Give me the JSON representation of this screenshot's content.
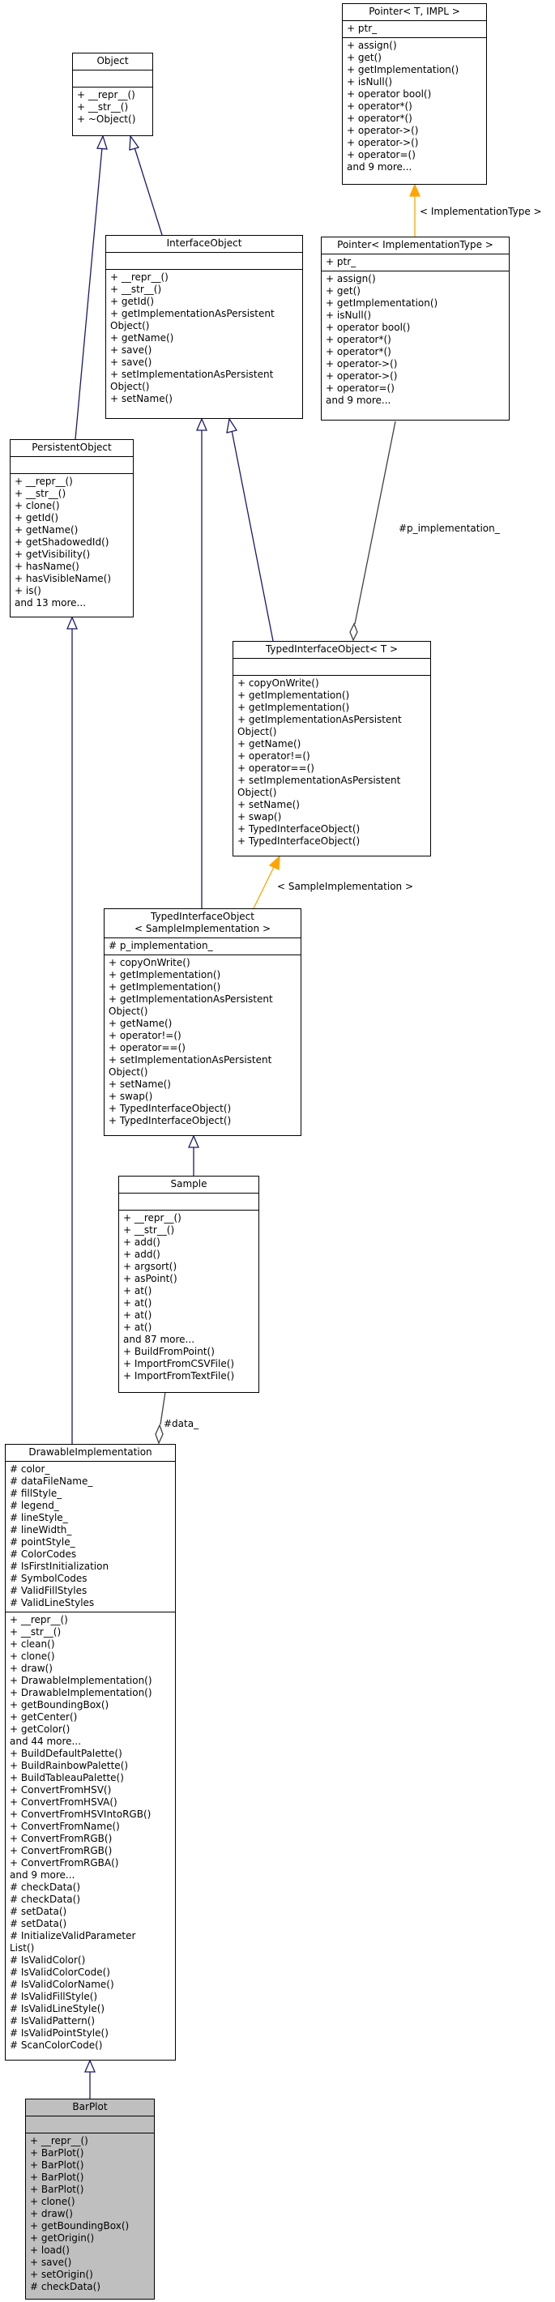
{
  "classes": {
    "pointer_t_impl": {
      "title": [
        "Pointer< T, IMPL >"
      ],
      "attributes": [
        "+ ptr_"
      ],
      "methods": [
        "+ assign()",
        "+ get()",
        "+ getImplementation()",
        "+ isNull()",
        "+ operator bool()",
        "+ operator*()",
        "+ operator*()",
        "+ operator->()",
        "+ operator->()",
        "+ operator=()",
        "and 9 more..."
      ]
    },
    "object": {
      "title": [
        "Object"
      ],
      "attributes": [],
      "methods": [
        "+ __repr__()",
        "+ __str__()",
        "+ ~Object()"
      ]
    },
    "interface_object": {
      "title": [
        "InterfaceObject"
      ],
      "attributes": [],
      "methods": [
        "+ __repr__()",
        "+ __str__()",
        "+ getId()",
        "+ getImplementationAsPersistent",
        "Object()",
        "+ getName()",
        "+ save()",
        "+ save()",
        "+ setImplementationAsPersistent",
        "Object()",
        "+ setName()"
      ]
    },
    "pointer_impl_type": {
      "title": [
        "Pointer< ImplementationType >"
      ],
      "attributes": [
        "+ ptr_"
      ],
      "methods": [
        "+ assign()",
        "+ get()",
        "+ getImplementation()",
        "+ isNull()",
        "+ operator bool()",
        "+ operator*()",
        "+ operator*()",
        "+ operator->()",
        "+ operator->()",
        "+ operator=()",
        "and 9 more..."
      ]
    },
    "persistent_object": {
      "title": [
        "PersistentObject"
      ],
      "attributes": [],
      "methods": [
        "+ __repr__()",
        "+ __str__()",
        "+ clone()",
        "+ getId()",
        "+ getName()",
        "+ getShadowedId()",
        "+ getVisibility()",
        "+ hasName()",
        "+ hasVisibleName()",
        "+ is()",
        "and 13 more..."
      ]
    },
    "typed_interface_object_t": {
      "title": [
        "TypedInterfaceObject< T >"
      ],
      "attributes": [],
      "methods": [
        "+ copyOnWrite()",
        "+ getImplementation()",
        "+ getImplementation()",
        "+ getImplementationAsPersistent",
        "Object()",
        "+ getName()",
        "+ operator!=()",
        "+ operator==()",
        "+ setImplementationAsPersistent",
        "Object()",
        "+ setName()",
        "+ swap()",
        "+ TypedInterfaceObject()",
        "+ TypedInterfaceObject()"
      ]
    },
    "typed_interface_object_sample": {
      "title": [
        "TypedInterfaceObject",
        "< SampleImplementation >"
      ],
      "attributes": [
        "# p_implementation_"
      ],
      "methods": [
        "+ copyOnWrite()",
        "+ getImplementation()",
        "+ getImplementation()",
        "+ getImplementationAsPersistent",
        "Object()",
        "+ getName()",
        "+ operator!=()",
        "+ operator==()",
        "+ setImplementationAsPersistent",
        "Object()",
        "+ setName()",
        "+ swap()",
        "+ TypedInterfaceObject()",
        "+ TypedInterfaceObject()"
      ]
    },
    "sample": {
      "title": [
        "Sample"
      ],
      "attributes": [],
      "methods": [
        "+ __repr__()",
        "+ __str__()",
        "+ add()",
        "+ add()",
        "+ argsort()",
        "+ asPoint()",
        "+ at()",
        "+ at()",
        "+ at()",
        "+ at()",
        "and 87 more...",
        "+ BuildFromPoint()",
        "+ ImportFromCSVFile()",
        "+ ImportFromTextFile()"
      ]
    },
    "drawable_implementation": {
      "title": [
        "DrawableImplementation"
      ],
      "attributes": [
        "# color_",
        "# dataFileName_",
        "# fillStyle_",
        "# legend_",
        "# lineStyle_",
        "# lineWidth_",
        "# pointStyle_",
        "# ColorCodes",
        "# IsFirstInitialization",
        "# SymbolCodes",
        "# ValidFillStyles",
        "# ValidLineStyles"
      ],
      "methods": [
        "+ __repr__()",
        "+ __str__()",
        "+ clean()",
        "+ clone()",
        "+ draw()",
        "+ DrawableImplementation()",
        "+ DrawableImplementation()",
        "+ getBoundingBox()",
        "+ getCenter()",
        "+ getColor()",
        "and 44 more...",
        "+ BuildDefaultPalette()",
        "+ BuildRainbowPalette()",
        "+ BuildTableauPalette()",
        "+ ConvertFromHSV()",
        "+ ConvertFromHSVA()",
        "+ ConvertFromHSVIntoRGB()",
        "+ ConvertFromName()",
        "+ ConvertFromRGB()",
        "+ ConvertFromRGB()",
        "+ ConvertFromRGBA()",
        "and 9 more...",
        "# checkData()",
        "# checkData()",
        "# setData()",
        "# setData()",
        "# InitializeValidParameter",
        "List()",
        "# IsValidColor()",
        "# IsValidColorCode()",
        "# IsValidColorName()",
        "# IsValidFillStyle()",
        "# IsValidLineStyle()",
        "# IsValidPattern()",
        "# IsValidPointStyle()",
        "# ScanColorCode()"
      ]
    },
    "barplot": {
      "title": [
        "BarPlot"
      ],
      "attributes": [],
      "methods": [
        "+ __repr__()",
        "+ BarPlot()",
        "+ BarPlot()",
        "+ BarPlot()",
        "+ BarPlot()",
        "+ clone()",
        "+ draw()",
        "+ getBoundingBox()",
        "+ getOrigin()",
        "+ load()",
        "+ save()",
        "+ setOrigin()",
        "# checkData()"
      ]
    }
  },
  "edge_labels": {
    "implementation_type": "< ImplementationType >",
    "p_implementation": "#p_implementation_",
    "sample_implementation": "< SampleImplementation >",
    "data": "#data_"
  },
  "colors": {
    "inheritance": "#191970",
    "template": "#ffa500",
    "usage": "#404040",
    "highlight": "#bfbfbf"
  }
}
